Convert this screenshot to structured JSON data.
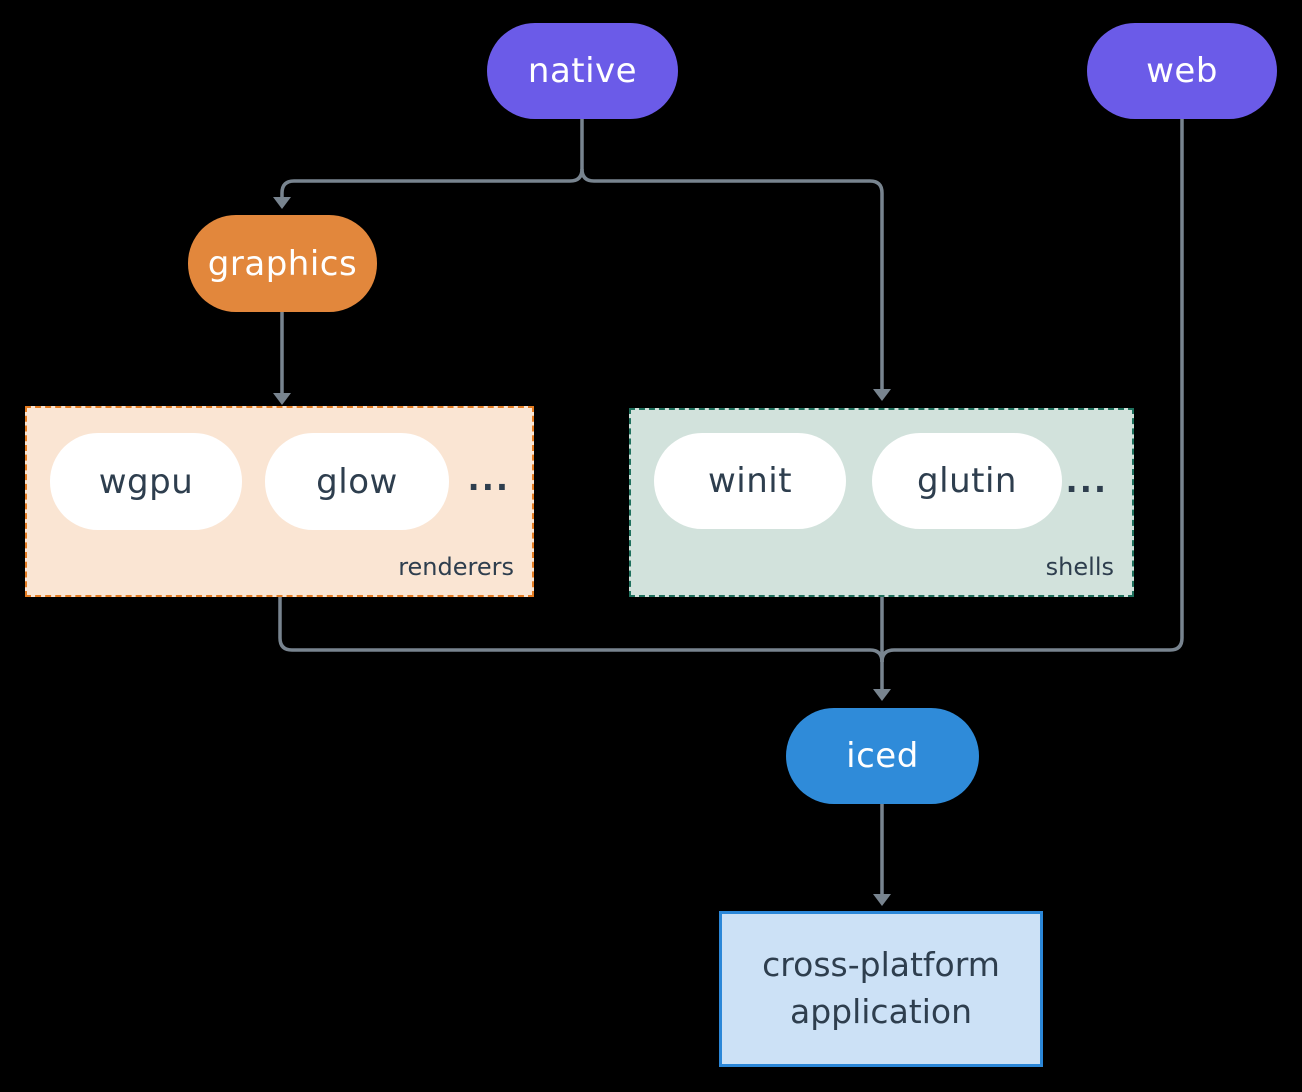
{
  "diagram": {
    "background_color": "#000000",
    "edge_color": "#78848F",
    "nodes": {
      "native": {
        "label": "native",
        "fill": "#6B5BE8",
        "text_color": "#FFFFFF"
      },
      "web": {
        "label": "web",
        "fill": "#6B5BE8",
        "text_color": "#FFFFFF"
      },
      "graphics": {
        "label": "graphics",
        "fill": "#E2873C",
        "text_color": "#FFFFFF"
      },
      "wgpu": {
        "label": "wgpu",
        "fill": "#FFFFFF",
        "text_color": "#2E3E4E"
      },
      "glow": {
        "label": "glow",
        "fill": "#FFFFFF",
        "text_color": "#2E3E4E"
      },
      "winit": {
        "label": "winit",
        "fill": "#FFFFFF",
        "text_color": "#2E3E4E"
      },
      "glutin": {
        "label": "glutin",
        "fill": "#FFFFFF",
        "text_color": "#2E3E4E"
      },
      "iced": {
        "label": "iced",
        "fill": "#2F8BD9",
        "text_color": "#FFFFFF"
      },
      "application": {
        "label_line1": "cross-platform",
        "label_line2": "application",
        "fill": "#CCE1F6",
        "border_color": "#2B87D8",
        "text_color": "#2E3E4E"
      }
    },
    "groups": {
      "renderers": {
        "label": "renderers",
        "fill": "#FAE5D3",
        "border_color": "#E57D22",
        "more": "..."
      },
      "shells": {
        "label": "shells",
        "fill": "#D2E2DC",
        "border_color": "#20715E",
        "more": "..."
      }
    },
    "edges": [
      "native -> graphics",
      "native -> shells",
      "graphics -> renderers",
      "renderers -> iced",
      "shells -> iced",
      "web -> iced",
      "iced -> application"
    ]
  }
}
